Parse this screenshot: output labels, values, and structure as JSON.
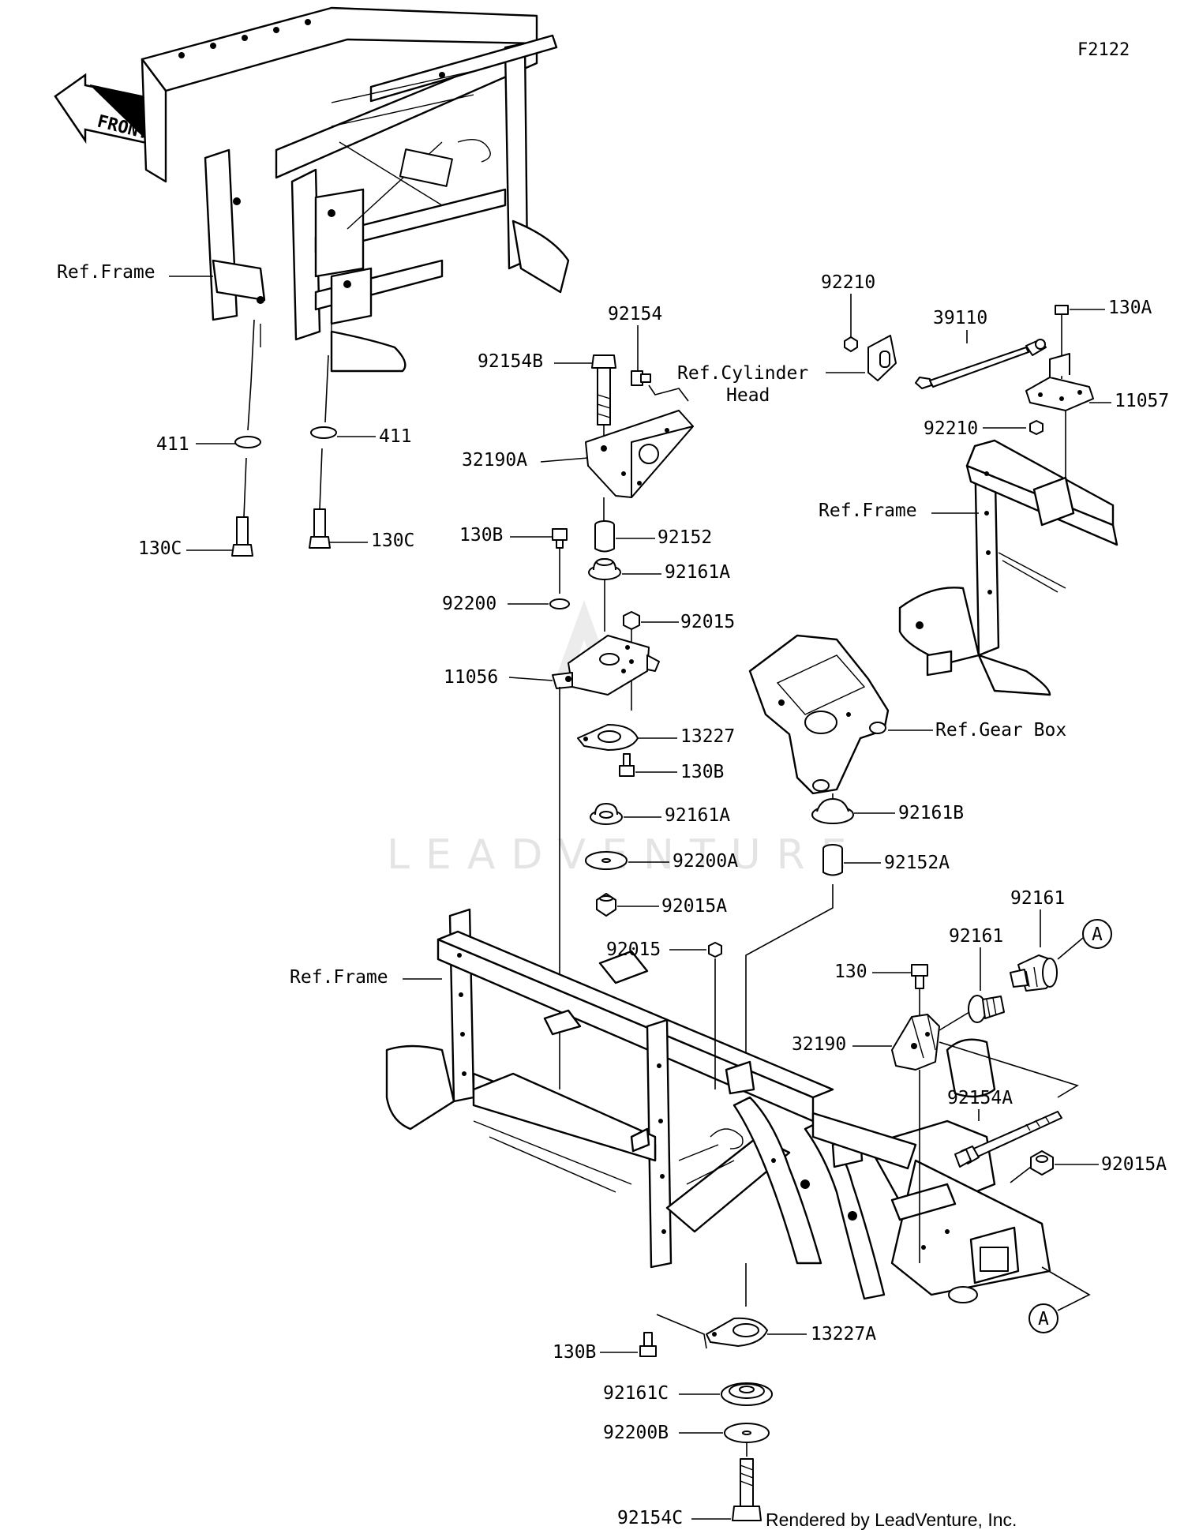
{
  "figure_code": "F2122",
  "front_arrow_text": "FRONT",
  "credit": "Rendered by LeadVenture, Inc.",
  "watermark": "LEADVENTURE",
  "callout_letter": "A",
  "labels": {
    "ref_frame_top": "Ref.Frame",
    "p411_left": "411",
    "p411_right": "411",
    "p130c_left": "130C",
    "p130c_right": "130C",
    "p92154": "92154",
    "p92154b": "92154B",
    "ref_cyl_line1": "Ref.Cylinder",
    "ref_cyl_line2": "Head",
    "p32190a": "32190A",
    "p130b_top": "130B",
    "p92152": "92152",
    "p92161a_top": "92161A",
    "p92200": "92200",
    "p92015_top": "92015",
    "p11056": "11056",
    "p13227": "13227",
    "p130b_mid": "130B",
    "p92161a_mid": "92161A",
    "p92200a": "92200A",
    "p92015a_mid": "92015A",
    "p92210_top": "92210",
    "p39110": "39110",
    "p130a": "130A",
    "p11057": "11057",
    "p92210_bot": "92210",
    "ref_frame_right": "Ref.Frame",
    "ref_gear_box": "Ref.Gear Box",
    "p92161b": "92161B",
    "p92152a": "92152A",
    "p92015_low": "92015",
    "ref_frame_bottom": "Ref.Frame",
    "p130": "130",
    "p92161_left": "92161",
    "p92161_right": "92161",
    "p32190": "32190",
    "p92154a": "92154A",
    "p92015a_right": "92015A",
    "p13227a": "13227A",
    "p130b_bot": "130B",
    "p92161c": "92161C",
    "p92200b": "92200B",
    "p92154c": "92154C"
  }
}
